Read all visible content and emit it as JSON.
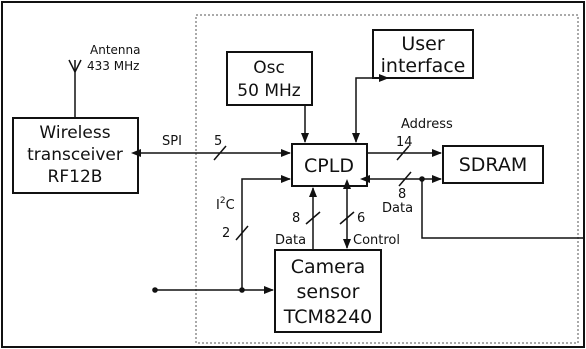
{
  "blocks": {
    "wireless": {
      "line1": "Wireless",
      "line2": "transceiver",
      "line3": "RF12B"
    },
    "osc": {
      "line1": "Osc",
      "line2": "50 MHz"
    },
    "user_interface": {
      "line1": "User",
      "line2": "interface"
    },
    "cpld": {
      "label": "CPLD"
    },
    "sdram": {
      "label": "SDRAM"
    },
    "camera": {
      "line1": "Camera",
      "line2": "sensor",
      "line3": "TCM8240"
    }
  },
  "antenna": {
    "line1": "Antenna",
    "line2": "433 MHz"
  },
  "signals": {
    "spi": {
      "name": "SPI",
      "width": "5"
    },
    "address": {
      "name": "Address",
      "width": "14"
    },
    "sdram_data": {
      "name": "Data",
      "width": "8"
    },
    "i2c": {
      "name_main": "I",
      "name_sup": "2",
      "name_tail": "C",
      "width": "2"
    },
    "cam_data": {
      "name": "Data",
      "width": "8"
    },
    "cam_control": {
      "name": "Control",
      "width": "6"
    }
  }
}
